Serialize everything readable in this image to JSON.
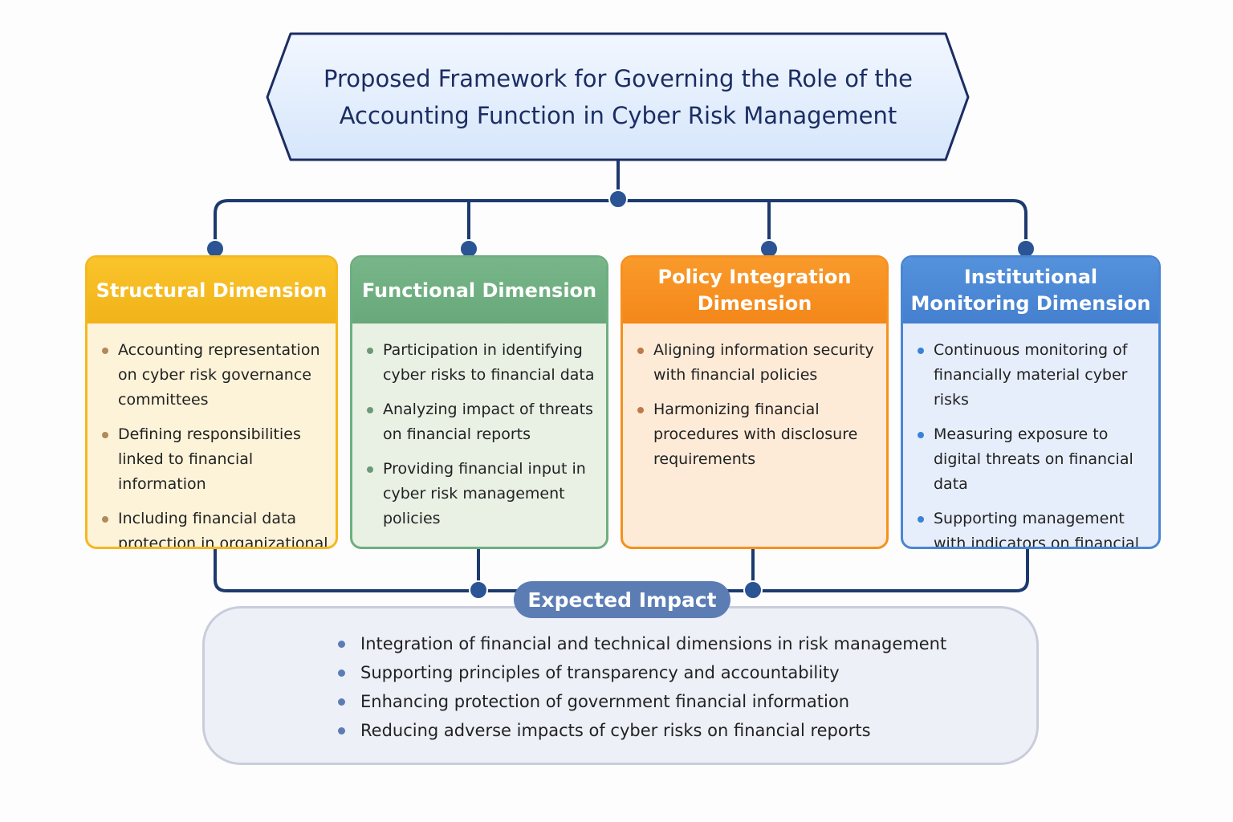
{
  "title": {
    "line1": "Proposed Framework for Governing the Role of the",
    "line2": "Accounting Function in Cyber Risk Management"
  },
  "colors": {
    "structural": "#f5b820",
    "functional": "#6fae80",
    "policy": "#f7901f",
    "monitoring": "#4a86d4",
    "connector": "#1c3a6e"
  },
  "dimensions": [
    {
      "title": "Structural Dimension",
      "items": [
        "Accounting representation on cyber risk governance committees",
        "Defining responsibilities linked to financial information",
        "Including financial data protection in organizational tasks"
      ]
    },
    {
      "title": "Functional Dimension",
      "items": [
        "Participation in identifying cyber risks to financial data",
        "Analyzing impact of threats on financial reports",
        "Providing financial input in cyber risk management policies"
      ]
    },
    {
      "title": "Policy Integration Dimension",
      "items": [
        "Aligning information security with financial policies",
        "Harmonizing financial procedures with disclosure requirements"
      ]
    },
    {
      "title": "Institutional Monitoring Dimension",
      "items": [
        "Continuous monitoring of financially material cyber risks",
        "Measuring exposure to digital threats on financial data",
        "Supporting management with indicators on financial report risks"
      ]
    }
  ],
  "impact": {
    "label": "Expected Impact",
    "items": [
      "Integration of financial and technical dimensions in risk management",
      "Supporting principles of transparency and accountability",
      "Enhancing protection of government financial information",
      "Reducing adverse impacts of cyber risks on financial reports"
    ]
  }
}
